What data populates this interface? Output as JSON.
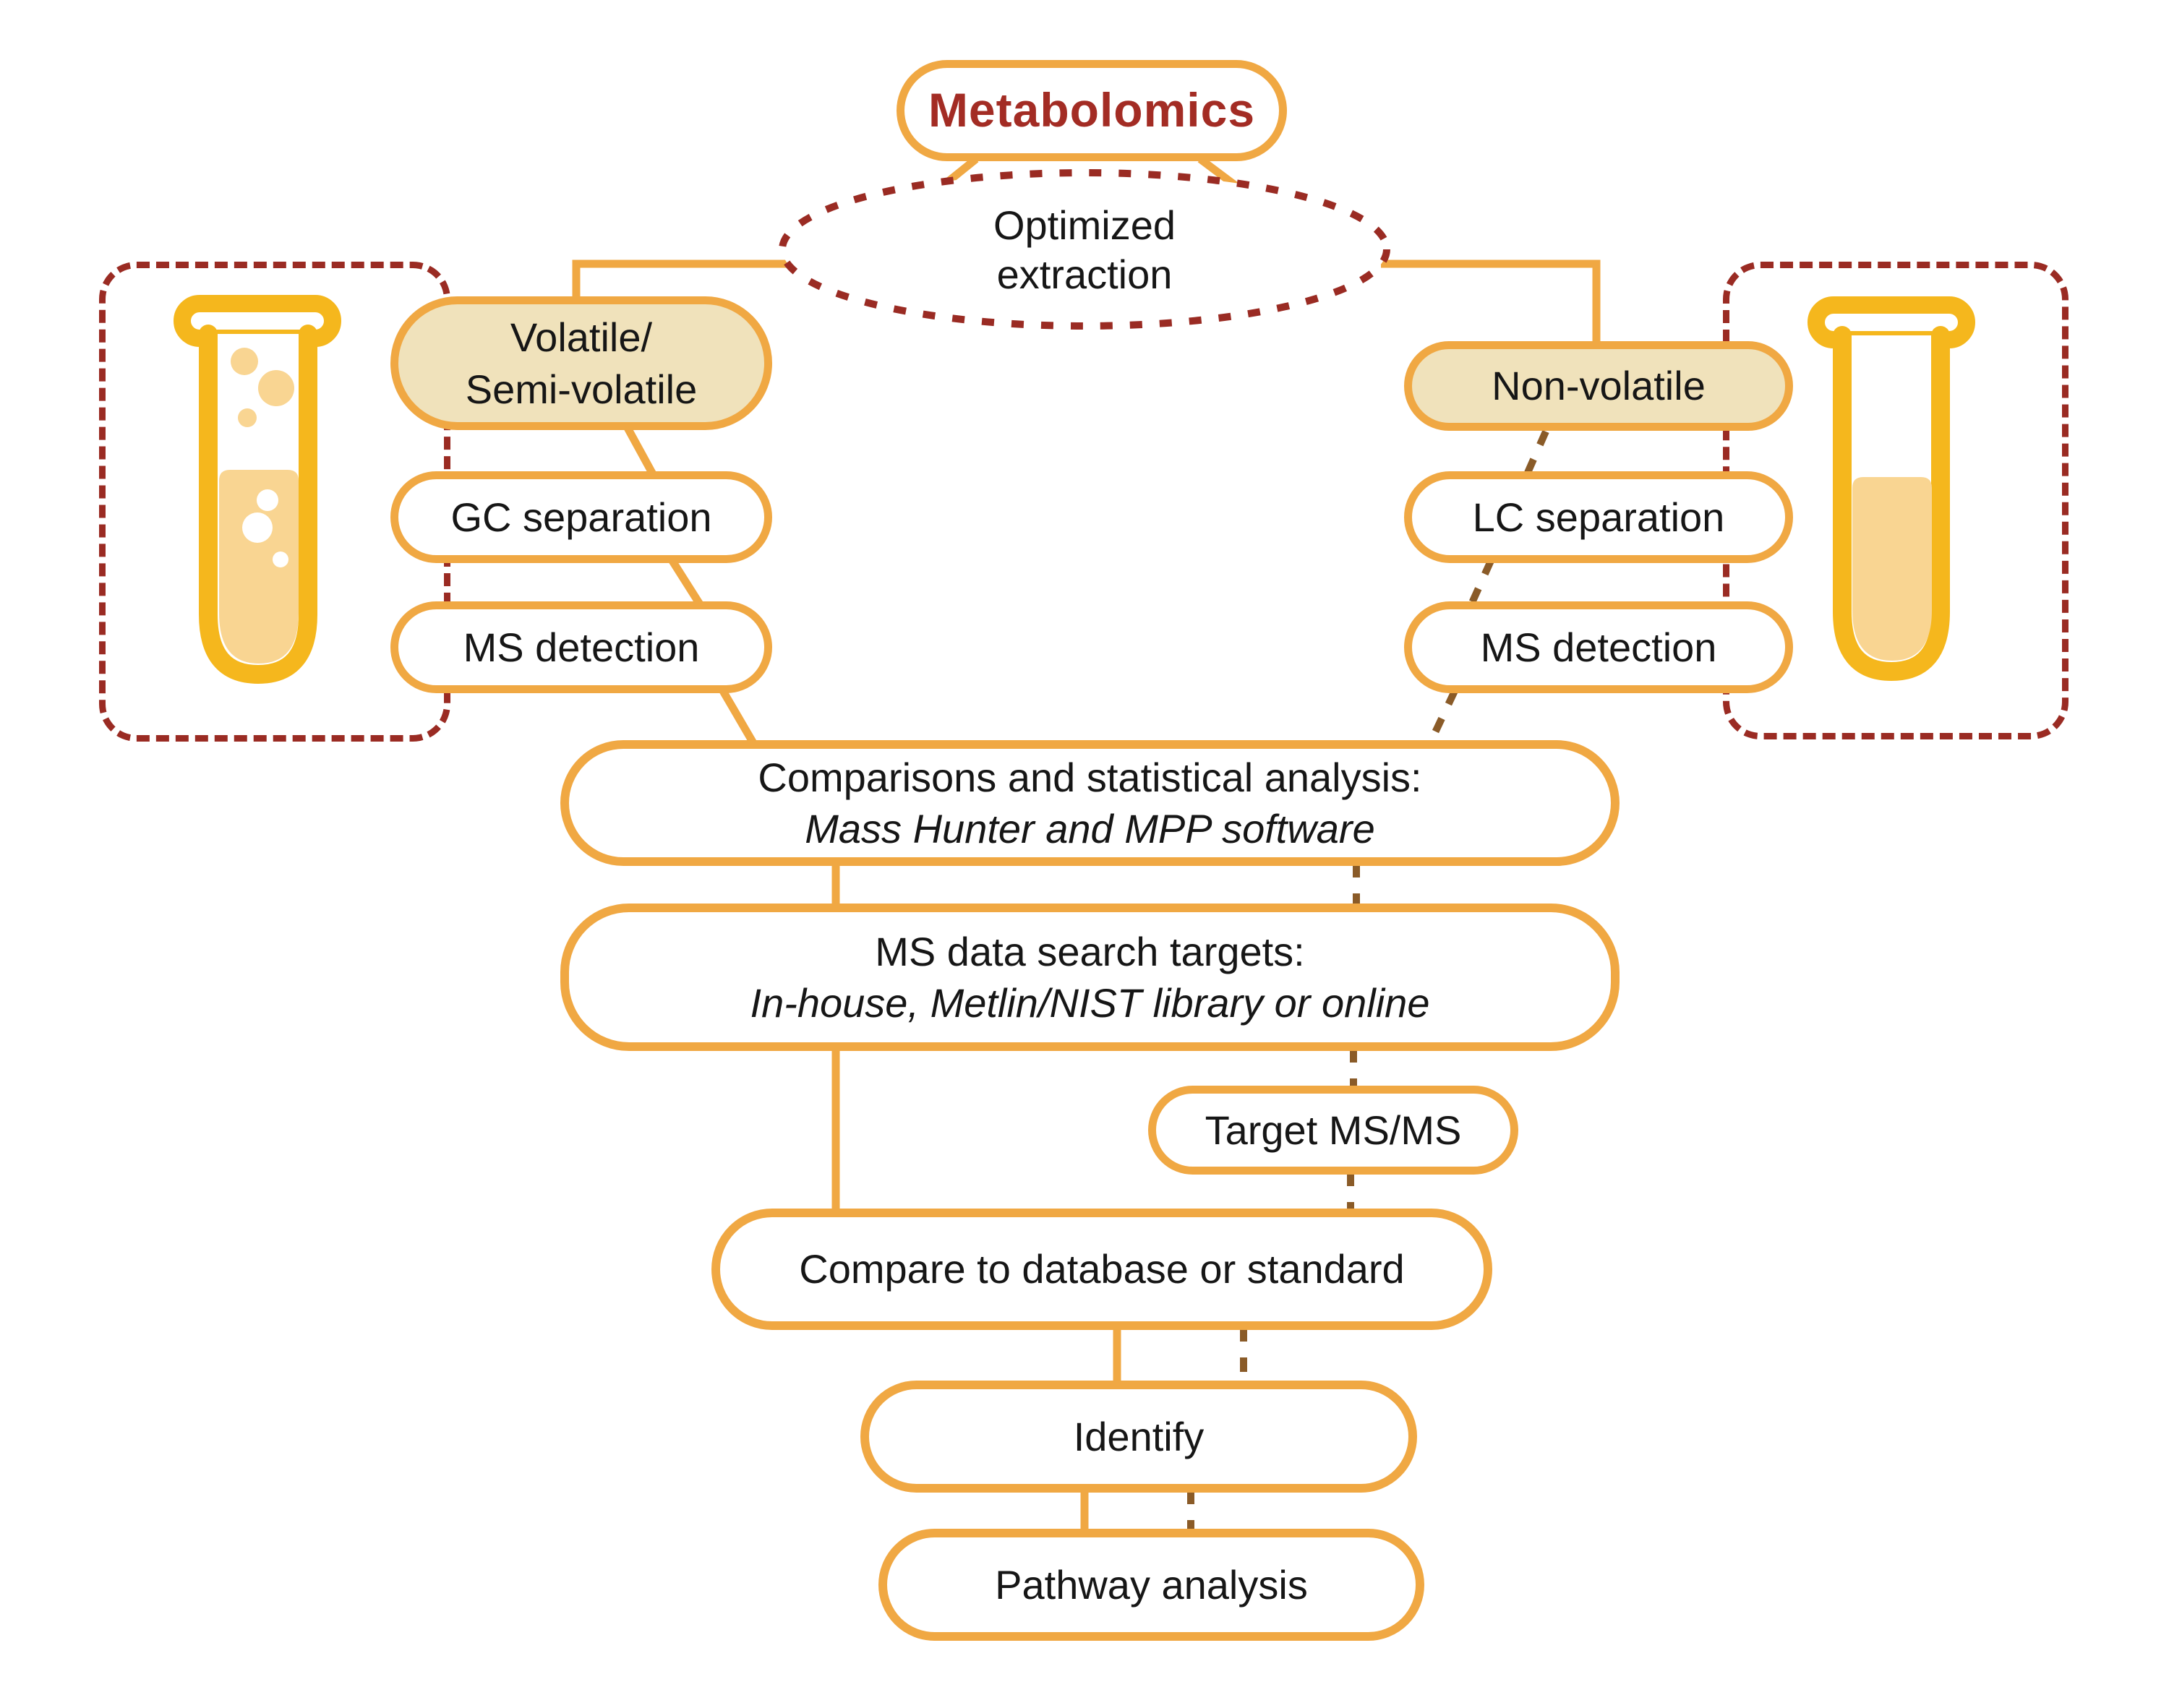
{
  "palette": {
    "node_border_orange": "#F0A843",
    "test_tube_gold": "#F5B71D",
    "category_fill_tan": "#F0E2BB",
    "tube_liquid": "#F9D592",
    "dashed_maroon": "#9A2B23",
    "dashed_brown": "#8A5B28",
    "title_red": "#A32C24",
    "text_black": "#161616"
  },
  "icons": {
    "left_sample": "test-tube-icon",
    "right_sample": "test-tube-icon"
  },
  "diagram": {
    "root": {
      "label": "Metabolomics"
    },
    "extraction": {
      "line1": "Optimized",
      "line2": "extraction"
    },
    "left_branch": {
      "category_line1": "Volatile/",
      "category_line2": "Semi-volatile",
      "separation": "GC separation",
      "detection": "MS detection"
    },
    "right_branch": {
      "category": "Non-volatile",
      "separation": "LC separation",
      "detection": "MS detection"
    },
    "analysis": {
      "line1": "Comparisons and statistical analysis:",
      "line2": "Mass Hunter and MPP software"
    },
    "search": {
      "line1": "MS data search targets:",
      "line2": "In-house, Metlin/NIST library or online"
    },
    "target_msms": {
      "label": "Target MS/MS"
    },
    "compare": {
      "label": "Compare to database or standard"
    },
    "identify": {
      "label": "Identify"
    },
    "pathway": {
      "label": "Pathway analysis"
    }
  }
}
